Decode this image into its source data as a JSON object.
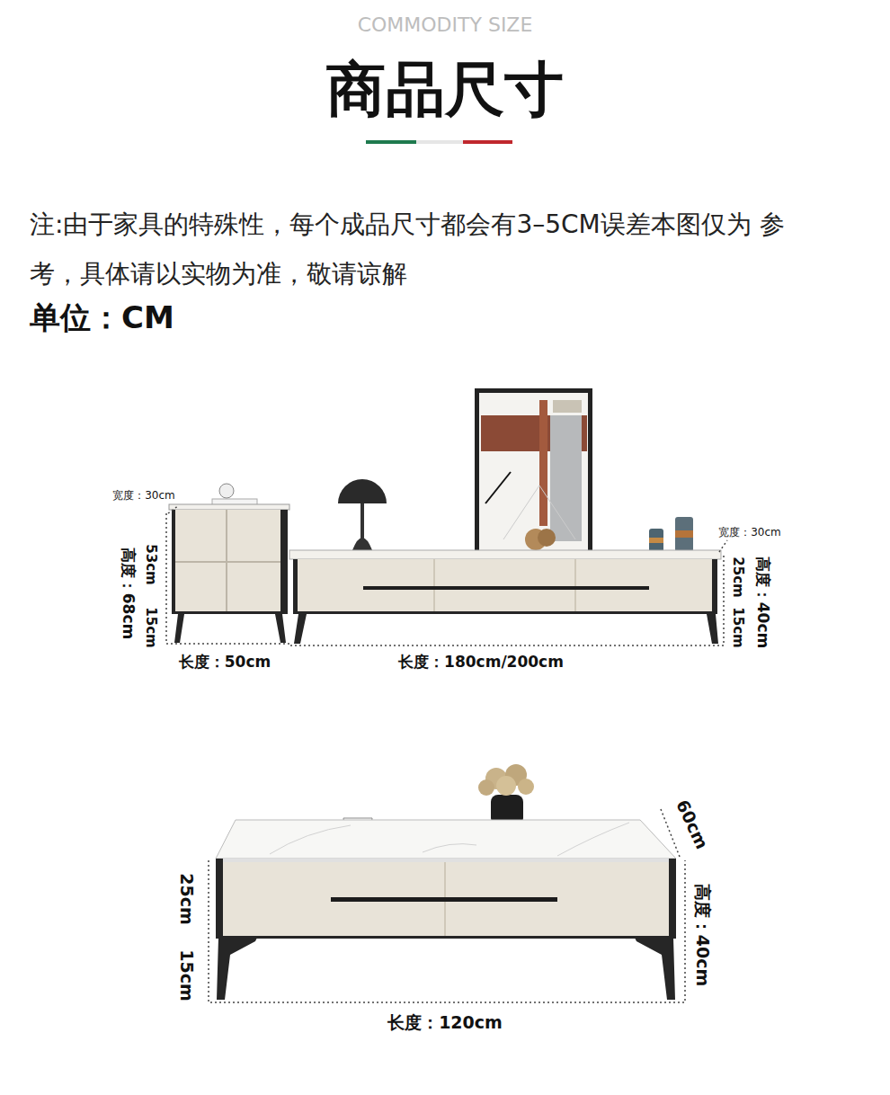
{
  "diagram": {
    "title": "商品尺寸",
    "labels": [
      "COMMODITY SIZE",
      "注:由于家具的特殊性，每个成品尺寸都会有3–5CM误差本图仅为 参考，具体请以实物为准，敬请谅解",
      "单位：CM",
      "宽度：30cm",
      "53cm",
      "15cm",
      "高度：68cm",
      "长度：50cm",
      "宽度：30cm",
      "25cm",
      "15cm",
      "高度：40cm",
      "长度：180cm/200cm",
      "60cm",
      "25cm",
      "15cm",
      "高度：40cm",
      "长度：120cm"
    ]
  }
}
